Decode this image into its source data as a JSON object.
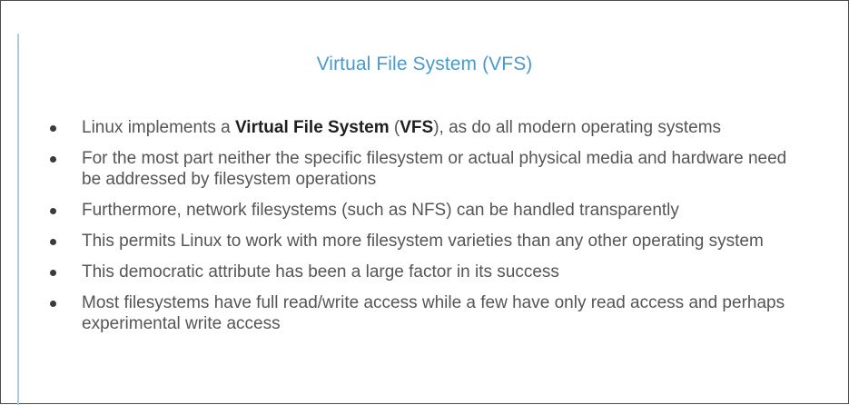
{
  "slide": {
    "title": "Virtual File System (VFS)",
    "bullets": [
      {
        "pre": "Linux implements a ",
        "bold": "Virtual File System",
        "mid": " (",
        "bold2": "VFS",
        "post": "), as do all modern operating systems"
      },
      {
        "text": "For the most part neither the specific filesystem or actual physical media and hardware need be addressed by filesystem operations"
      },
      {
        "text": "Furthermore, network filesystems (such as NFS) can be handled transparently"
      },
      {
        "text": "This permits Linux to work with more filesystem varieties than any other operating system"
      },
      {
        "text": "This democratic attribute has been a large factor in its success"
      },
      {
        "text": "Most filesystems have full read/write access while a few have only read access and perhaps experimental write access"
      }
    ]
  },
  "colors": {
    "title": "#4a9acb",
    "body_text": "#555555",
    "emphasis_text": "#1f1f1f",
    "left_rule": "#a9cde6",
    "border": "#4a4a4a"
  }
}
